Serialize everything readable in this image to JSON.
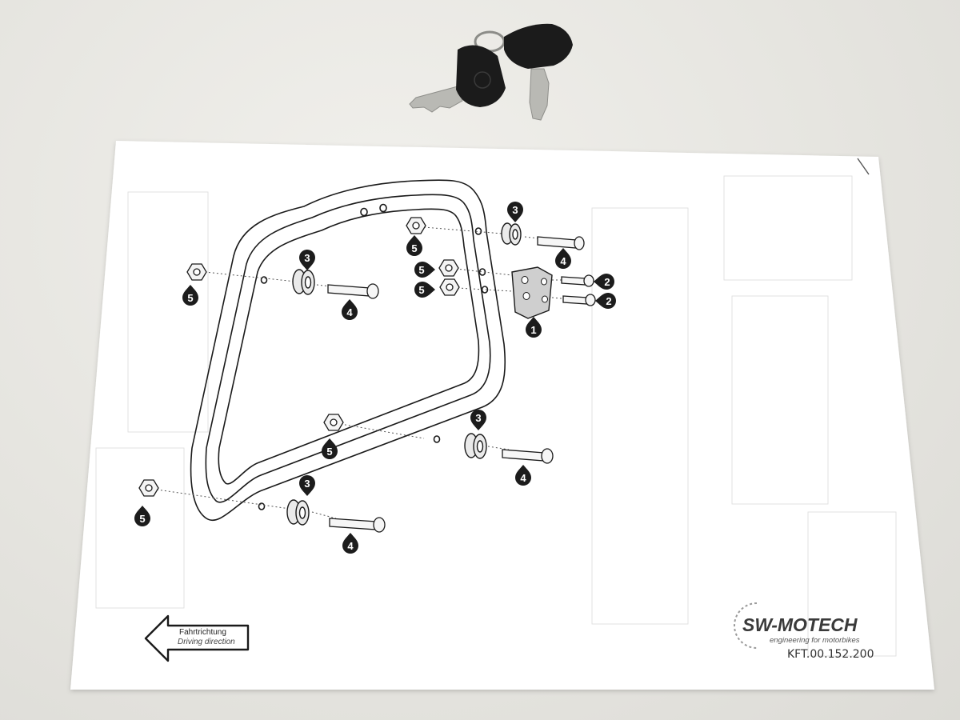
{
  "brand": {
    "name": "SW-MOTECH",
    "tagline": "engineering for motorbikes",
    "part_number": "KFT.00.152.200"
  },
  "direction": {
    "de": "Fahrtrichtung",
    "en": "Driving direction"
  },
  "callouts": [
    {
      "id": "c1",
      "text": "1"
    },
    {
      "id": "c2a",
      "text": "2"
    },
    {
      "id": "c2b",
      "text": "2"
    },
    {
      "id": "c3a",
      "text": "3"
    },
    {
      "id": "c3b",
      "text": "3"
    },
    {
      "id": "c3c",
      "text": "3"
    },
    {
      "id": "c3d",
      "text": "3"
    },
    {
      "id": "c4a",
      "text": "4"
    },
    {
      "id": "c4b",
      "text": "4"
    },
    {
      "id": "c4c",
      "text": "4"
    },
    {
      "id": "c4d",
      "text": "4"
    },
    {
      "id": "c5a",
      "text": "5"
    },
    {
      "id": "c5b",
      "text": "5"
    },
    {
      "id": "c5c",
      "text": "5"
    },
    {
      "id": "c5d",
      "text": "5"
    },
    {
      "id": "c5e",
      "text": "5"
    },
    {
      "id": "c5f",
      "text": "5"
    }
  ],
  "colors": {
    "paper": "#ffffff",
    "ink": "#1a1a1a",
    "badge": "#1c1c1c",
    "background": "#e6e5e0",
    "key_plastic": "#1b1b1b",
    "key_metal": "#b9b9b4"
  }
}
